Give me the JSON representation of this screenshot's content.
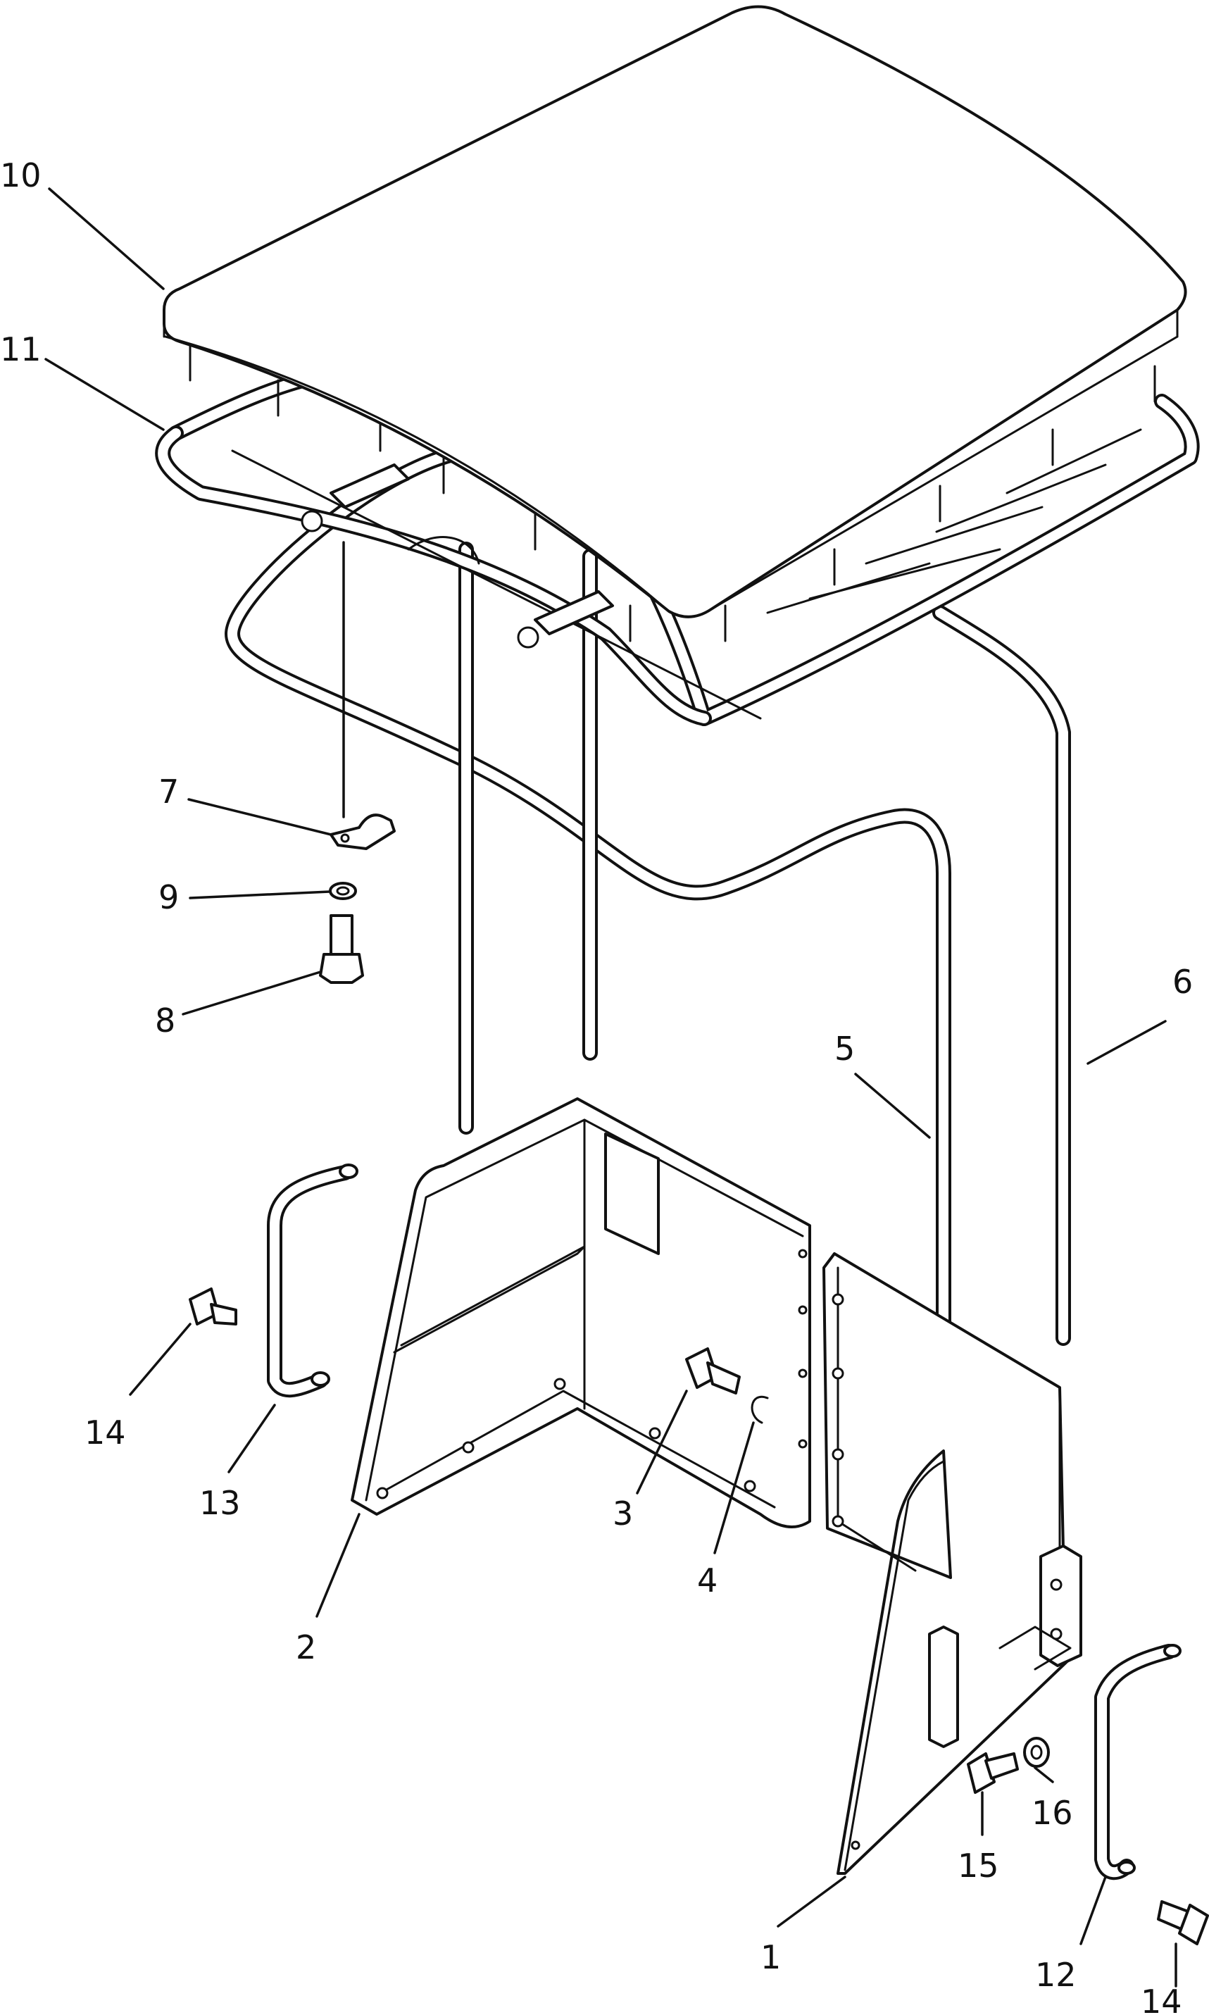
{
  "diagram": {
    "callouts": [
      {
        "id": "10",
        "label": "10"
      },
      {
        "id": "11",
        "label": "11"
      },
      {
        "id": "7",
        "label": "7"
      },
      {
        "id": "9",
        "label": "9"
      },
      {
        "id": "8",
        "label": "8"
      },
      {
        "id": "6",
        "label": "6"
      },
      {
        "id": "5",
        "label": "5"
      },
      {
        "id": "14a",
        "label": "14"
      },
      {
        "id": "13",
        "label": "13"
      },
      {
        "id": "3",
        "label": "3"
      },
      {
        "id": "4",
        "label": "4"
      },
      {
        "id": "2",
        "label": "2"
      },
      {
        "id": "1",
        "label": "1"
      },
      {
        "id": "15",
        "label": "15"
      },
      {
        "id": "16",
        "label": "16"
      },
      {
        "id": "12",
        "label": "12"
      },
      {
        "id": "14b",
        "label": "14"
      }
    ]
  }
}
